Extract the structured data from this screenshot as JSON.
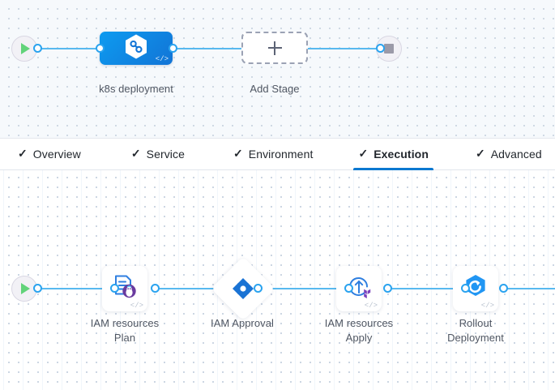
{
  "theme": {
    "accent_blue": "#0b78d0",
    "connector_blue": "#58b9ef",
    "node_blue": "#1274d6",
    "terraform_purple": "#7b42bc",
    "start_green": "#62d37a",
    "stop_gray": "#9b9aa8",
    "label_gray": "#4f5662",
    "canvas_top_bg": "#f6f9fc",
    "canvas_bottom_bg": "#ffffff"
  },
  "stage_canvas": {
    "name": "pipeline-stage-graph",
    "start_node": {
      "icon": "play-icon",
      "label": "Start"
    },
    "end_node": {
      "icon": "stop-icon",
      "label": "End"
    },
    "stages": [
      {
        "id": "stage-k8s-deployment",
        "label": "k8s deployment",
        "icon": "harness-hexagon-icon",
        "type": "deployment",
        "selected": true,
        "code_glyph": "</>"
      }
    ],
    "add_stage": {
      "label": "Add Stage",
      "icon": "plus-icon"
    }
  },
  "tabs": {
    "name": "stage-config-tabs",
    "items": [
      {
        "id": "tab-overview",
        "label": "Overview",
        "checked": true,
        "active": false
      },
      {
        "id": "tab-service",
        "label": "Service",
        "checked": true,
        "active": false
      },
      {
        "id": "tab-environment",
        "label": "Environment",
        "checked": true,
        "active": false
      },
      {
        "id": "tab-execution",
        "label": "Execution",
        "checked": true,
        "active": true
      },
      {
        "id": "tab-advanced",
        "label": "Advanced",
        "checked": true,
        "active": false
      }
    ],
    "check_glyph": "✓"
  },
  "execution_canvas": {
    "name": "execution-step-graph",
    "start_node": {
      "icon": "play-icon",
      "label": "Start"
    },
    "steps": [
      {
        "id": "step-iam-resources-plan",
        "label": "IAM resources\nPlan",
        "icon": "terraform-plan-icon",
        "shape": "card",
        "code_glyph": "</>"
      },
      {
        "id": "step-iam-approval",
        "label": "IAM Approval",
        "icon": "approval-diamond-icon",
        "shape": "diamond",
        "code_glyph": ""
      },
      {
        "id": "step-iam-resources-apply",
        "label": "IAM resources\nApply",
        "icon": "terraform-apply-icon",
        "shape": "card",
        "code_glyph": "</>"
      },
      {
        "id": "step-rollout-deployment",
        "label": "Rollout\nDeployment",
        "icon": "k8s-rollout-icon",
        "shape": "card",
        "code_glyph": "</>"
      }
    ]
  }
}
